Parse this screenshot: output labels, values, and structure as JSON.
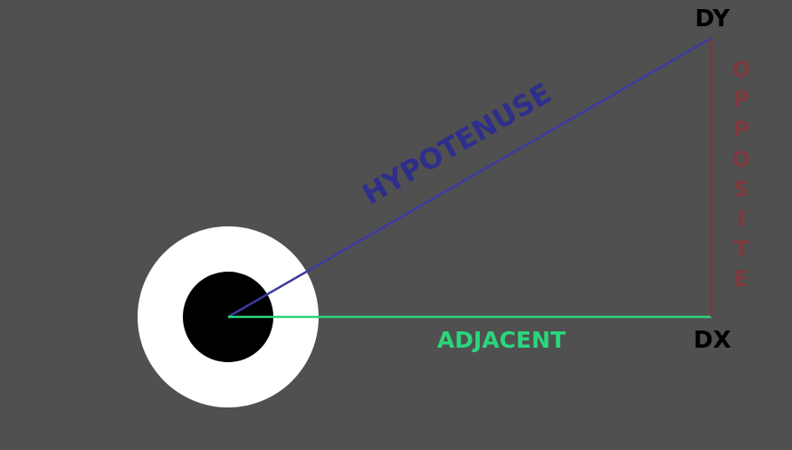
{
  "labels": {
    "hypotenuse": "HYPOTENUSE",
    "adjacent": "ADJACENT",
    "opposite_letters": [
      "O",
      "P",
      "P",
      "O",
      "S",
      "I",
      "T",
      "E"
    ],
    "dy": "DY",
    "dx": "DX"
  },
  "colors": {
    "background": "#505050",
    "hypotenuse": "#2e2e8c",
    "adjacent": "#2bd67b",
    "opposite": "#7a3a3e",
    "corner_label": "#000000",
    "eye_white": "#ffffff",
    "eye_pupil": "#000000"
  }
}
